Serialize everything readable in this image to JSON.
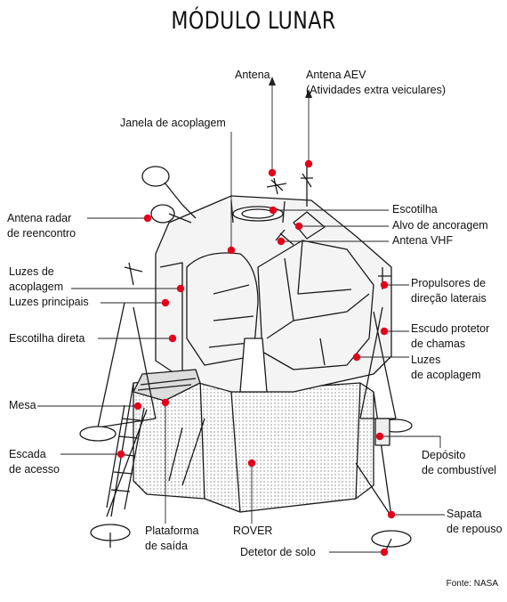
{
  "title": "MÓDULO LUNAR",
  "source": "Fonte: NASA",
  "colors": {
    "marker": "#e3001b",
    "line": "#222222",
    "ink": "#111111"
  },
  "labels": {
    "antena": [
      "Antena"
    ],
    "antena_aev": [
      "Antena AEV",
      "(Atividades extra veiculares)"
    ],
    "janela_acoplagem": [
      "Janela de acoplagem"
    ],
    "escotilha": [
      "Escotilha"
    ],
    "alvo_ancoragem": [
      "Alvo de ancoragem"
    ],
    "antena_vhf": [
      "Antena VHF"
    ],
    "antena_radar": [
      "Antena radar",
      "de reencontro"
    ],
    "luzes_acoplagem_left": [
      "Luzes de",
      "acoplagem"
    ],
    "luzes_principais": [
      "Luzes principais"
    ],
    "propulsores": [
      "Propulsores de",
      "direção laterais"
    ],
    "escudo": [
      "Escudo protetor",
      "de chamas"
    ],
    "escotilha_direta": [
      "Escotilha direta"
    ],
    "luzes_acoplagem_right": [
      "Luzes",
      "de acoplagem"
    ],
    "mesa": [
      "Mesa"
    ],
    "deposito": [
      "Depósito",
      "de combustível"
    ],
    "escada": [
      "Escada",
      "de acesso"
    ],
    "sapata": [
      "Sapata",
      "de repouso"
    ],
    "plataforma": [
      "Plataforma",
      "de saída"
    ],
    "rover": [
      "ROVER"
    ],
    "detetor": [
      "Detetor de solo"
    ]
  }
}
